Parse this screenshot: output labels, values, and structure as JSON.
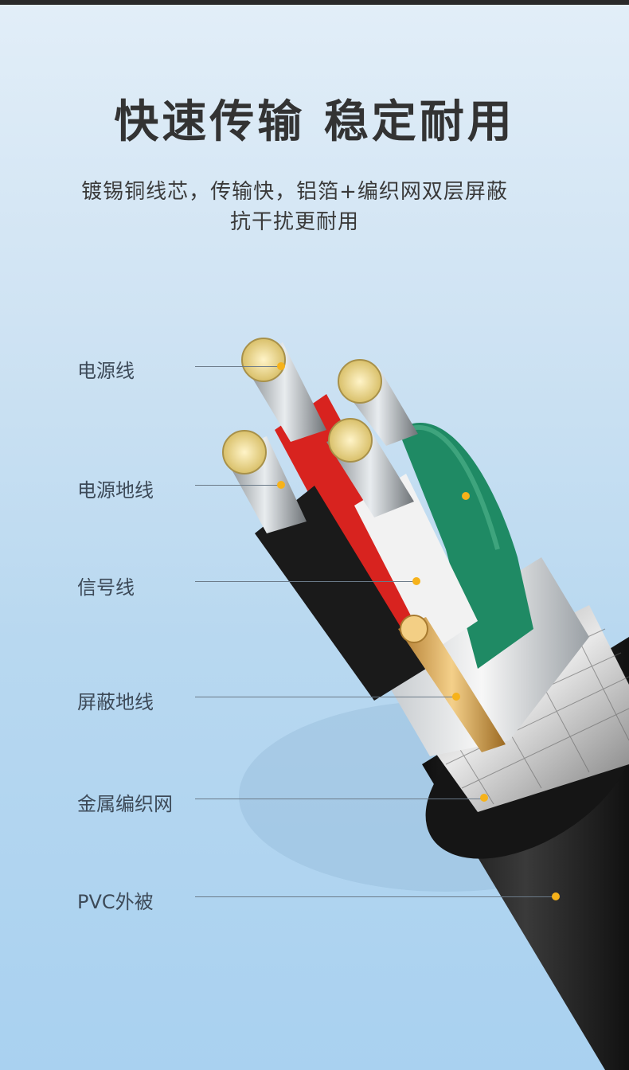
{
  "headline": "快速传输  稳定耐用",
  "subtitle_line1": "镀锡铜线芯，传输快，铝箔+编织网双层屏蔽",
  "subtitle_line2": "抗干扰更耐用",
  "labels": [
    "电源线",
    "电源地线",
    "信号线",
    "屏蔽地线",
    "金属编织网",
    "PVC外被"
  ],
  "colors": {
    "accent_dot": "#f6b21a",
    "wire_red": "#d8231f",
    "wire_green": "#1f8a64",
    "wire_white": "#f2f2f2",
    "wire_black": "#1a1a1a"
  }
}
